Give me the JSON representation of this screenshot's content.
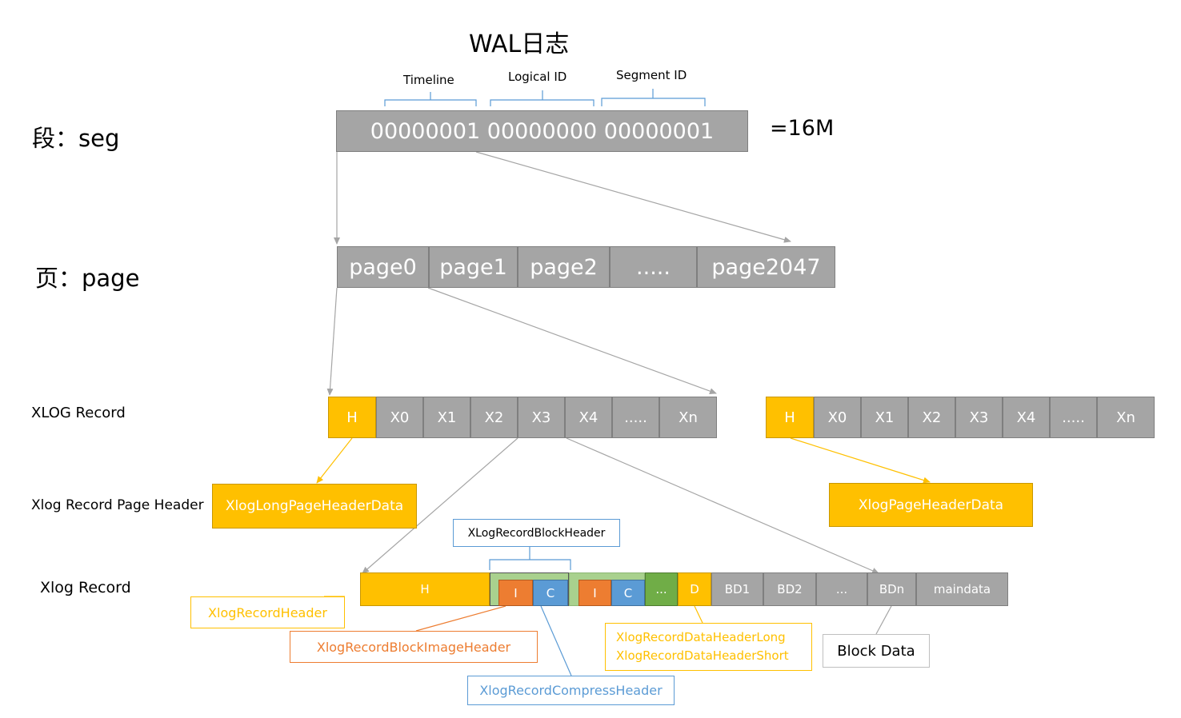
{
  "title": "WAL日志",
  "segment": {
    "label": "段：seg",
    "value": "00000001 00000000 00000001",
    "size": "=16M",
    "fields": [
      "Timeline",
      "Logical ID",
      "Segment ID"
    ]
  },
  "page": {
    "label": "页：page",
    "cells": [
      "page0",
      "page1",
      "page2",
      ".....",
      "page2047"
    ]
  },
  "xlog_record_row": {
    "label": "XLOG Record",
    "cells_left": [
      "H",
      "X0",
      "X1",
      "X2",
      "X3",
      "X4",
      ".....",
      "Xn"
    ],
    "cells_right": [
      "H",
      "X0",
      "X1",
      "X2",
      "X3",
      "X4",
      ".....",
      "Xn"
    ]
  },
  "page_header": {
    "label": "Xlog Record Page Header",
    "long": "XlogLongPageHeaderData",
    "short": "XlogPageHeaderData"
  },
  "xlog_record": {
    "label": "Xlog Record",
    "h": "H",
    "block_i": "I",
    "block_c": "C",
    "ellipsis": "...",
    "d": "D",
    "bd": [
      "BD1",
      "BD2",
      "...",
      "BDn"
    ],
    "maindata": "maindata"
  },
  "callouts": {
    "block_header": "XLogRecordBlockHeader",
    "record_header": "XlogRecordHeader",
    "image_header": "XlogRecordBlockImageHeader",
    "compress_header": "XlogRecordCompressHeader",
    "data_header_long": "XlogRecordDataHeaderLong",
    "data_header_short": "XlogRecordDataHeaderShort",
    "block_data": "Block Data"
  },
  "colors": {
    "gray": "#a5a5a5",
    "gold": "#ffc000",
    "orange": "#ed7d31",
    "blue": "#5b9bd5",
    "green": "#70ad47",
    "light_green": "#a9d18e"
  }
}
